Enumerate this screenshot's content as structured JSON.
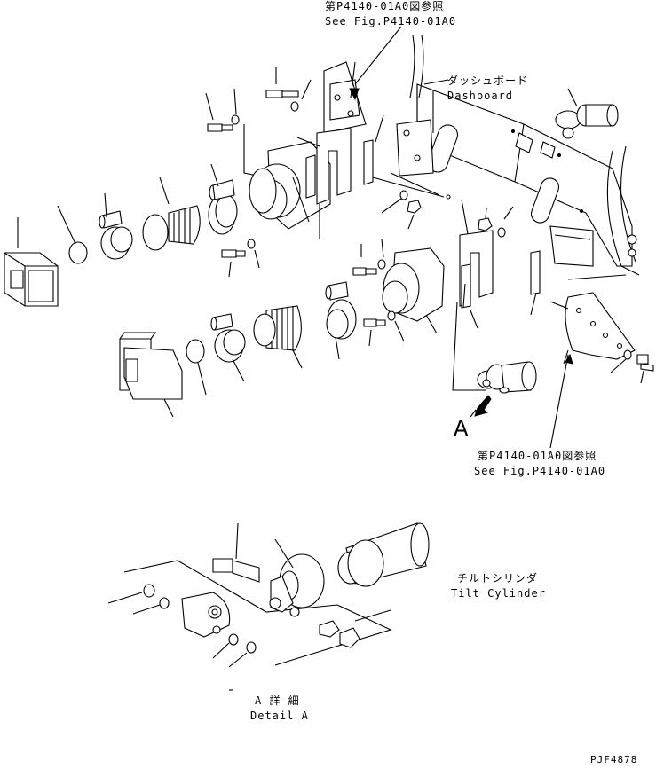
{
  "labels": {
    "ref_top_jp": "第P4140-01A0図参照",
    "ref_top_en": "See Fig.P4140-01A0",
    "dashboard_jp": "ダッシュボード",
    "dashboard_en": "Dashboard",
    "arrow_letter": "A",
    "ref_mid_jp": "第P4140-01A0図参照",
    "ref_mid_en": "See Fig.P4140-01A0",
    "tilt_jp": "チルトシリンダ",
    "tilt_en": "Tilt Cylinder",
    "detail_jp": "A 詳 細",
    "detail_en": "Detail A",
    "drawing_no": "PJF4878"
  }
}
